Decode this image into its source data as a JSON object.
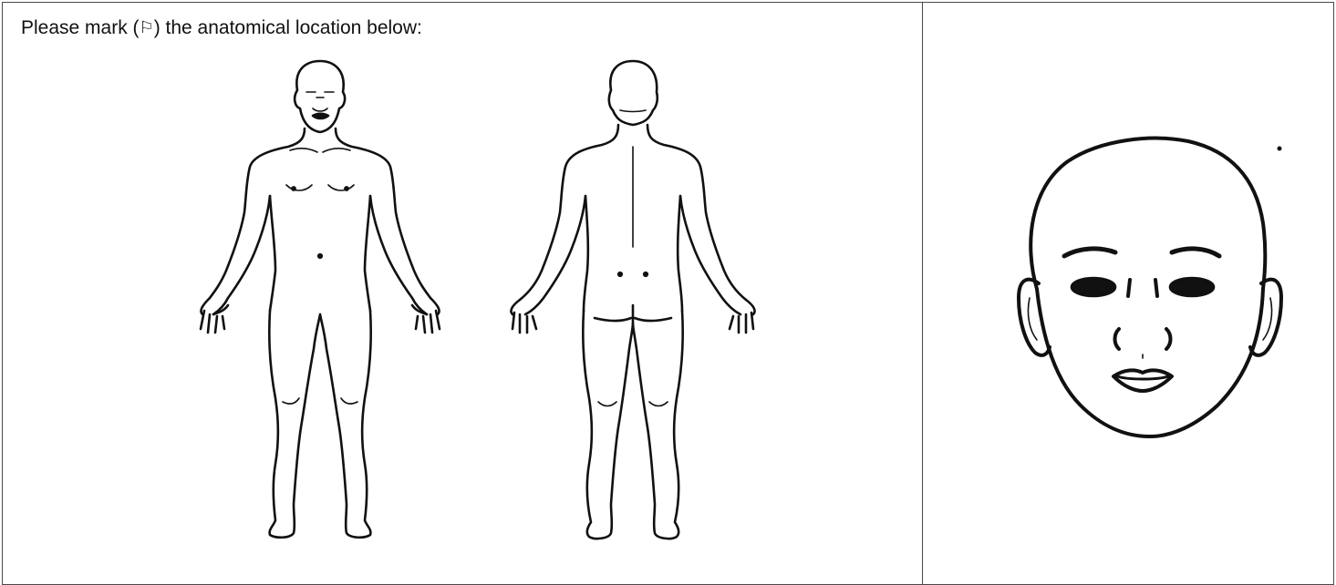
{
  "form": {
    "instruction_before": "Please mark (",
    "mark_symbol": "⚐",
    "instruction_after": ") the anatomical location below:"
  },
  "diagrams": {
    "front_body": "body-front-figure",
    "back_body": "body-back-figure",
    "face": "face-figure"
  }
}
